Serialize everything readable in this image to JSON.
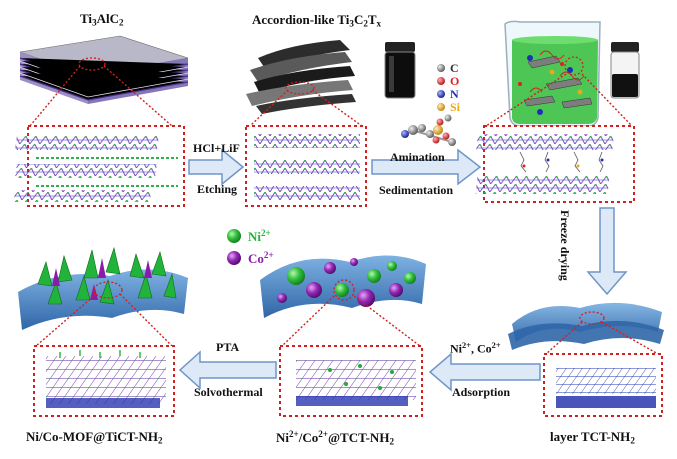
{
  "labels": {
    "ti3alc2": {
      "base": "Ti",
      "s1": "3",
      "m1": "AlC",
      "s2": "2"
    },
    "accordion": {
      "prefix": "Accordion-like Ti",
      "s1": "3",
      "m1": "C",
      "s2": "2",
      "m2": "T",
      "s3": "x"
    },
    "hcl_lif": "HCl+LiF",
    "etching": "Etching",
    "amination": "Amination",
    "sedimentation": "Sedimentation",
    "freeze_drying": "Freeze drying",
    "ions_adsorb": {
      "a": "Ni",
      "a_sup": "2+",
      "b": ", Co",
      "b_sup": "2+"
    },
    "adsorption": "Adsorption",
    "pta": "PTA",
    "solvothermal": "Solvothermal",
    "product_mof": {
      "a": "Ni/Co-MOF@TiCT-NH",
      "a_sub": "2"
    },
    "product_ion": {
      "a": "Ni",
      "a_sup": "2+",
      "b": "/Co",
      "b_sup": "2+",
      "c": "@TCT-NH",
      "c_sub": "2"
    },
    "product_layer": {
      "a": "layer TCT-NH",
      "a_sub": "2"
    }
  },
  "legend_ions": [
    {
      "symbol": "Ni",
      "charge": "2+",
      "color": "#22b43a",
      "icon": "ni-ion-sphere-icon"
    },
    {
      "symbol": "Co",
      "charge": "2+",
      "color": "#8a1ca8",
      "icon": "co-ion-sphere-icon"
    }
  ],
  "legend_atoms": [
    {
      "symbol": "C",
      "color": "#7b7b7b"
    },
    {
      "symbol": "O",
      "color": "#e01f1f"
    },
    {
      "symbol": "N",
      "color": "#1f2fb8"
    },
    {
      "symbol": "Si",
      "color": "#e8a81c"
    }
  ],
  "colors": {
    "dotted_frame": "#d21f1f",
    "arrow_fill": "#dde9f7",
    "arrow_stroke": "#6f95c8",
    "mxene_sheet": "#4d86c5",
    "lattice_purple": "#7a3bb5",
    "lattice_green": "#2fb04a"
  }
}
